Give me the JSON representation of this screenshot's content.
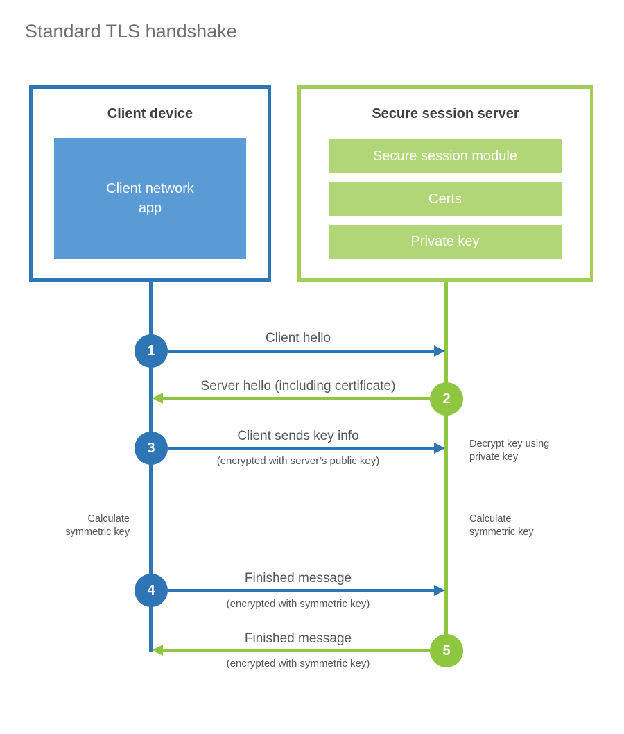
{
  "title": "Standard TLS handshake",
  "colors": {
    "blue": "#2e75b6",
    "blue_light": "#5b9bd5",
    "green": "#8ec63f",
    "green_border": "#a2cd58",
    "green_light": "#b1d678"
  },
  "client": {
    "title": "Client device",
    "app_label": "Client network app"
  },
  "server": {
    "title": "Secure session server",
    "modules": [
      "Secure session module",
      "Certs",
      "Private key"
    ]
  },
  "steps": [
    {
      "num": "1",
      "from": "client",
      "label": "Client hello",
      "sublabel": ""
    },
    {
      "num": "2",
      "from": "server",
      "label": "Server hello (including certificate)",
      "sublabel": ""
    },
    {
      "num": "3",
      "from": "client",
      "label": "Client sends key info",
      "sublabel": "(encrypted with server’s public key)"
    },
    {
      "num": "4",
      "from": "client",
      "label": "Finished message",
      "sublabel": "(encrypted with symmetric key)"
    },
    {
      "num": "5",
      "from": "server",
      "label": "Finished message",
      "sublabel": "(encrypted with symmetric key)"
    }
  ],
  "annotations": {
    "decrypt_note": "Decrypt key using private key",
    "calculate_left": "Calculate symmetric key",
    "calculate_right": "Calculate symmetric key"
  }
}
